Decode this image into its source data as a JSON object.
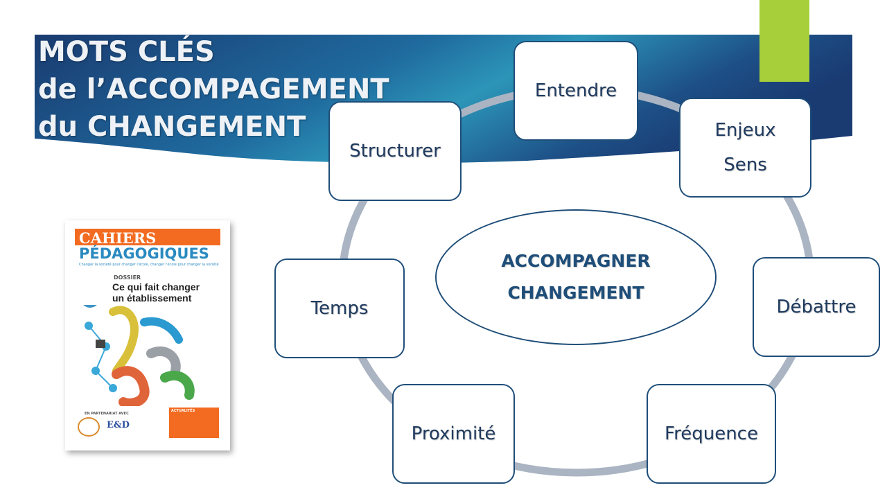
{
  "title": {
    "line1": "MOTS CLÉS",
    "line2": "de l’ACCOMPAGEMENT",
    "line3": "du CHANGEMENT"
  },
  "diagram": {
    "center": {
      "line1": "ACCOMPAGNER",
      "line2": "CHANGEMENT"
    },
    "nodes": {
      "entendre": "Entendre",
      "enjeux": "Enjeux",
      "sens": "Sens",
      "debattre": "Débattre",
      "frequence": "Fréquence",
      "proximite": "Proximité",
      "temps": "Temps",
      "structurer": "Structurer"
    }
  },
  "cover": {
    "cahiers": "CAHIERS",
    "pedagogiques": "PÉDAGOGIQUES",
    "tagline": "Changer la société pour changer l'école, changer l'école pour changer la société",
    "dossier": "DOSSIER",
    "headline1": "Ce qui fait changer",
    "headline2": "un établissement",
    "partner": "EN PARTENARIAT AVEC",
    "logo": "E&D",
    "actualites": "ACTUALITÉS"
  },
  "colors": {
    "banner_dark": "#1b3d73",
    "banner_light": "#2a8fb5",
    "accent_green": "#a6cf3a",
    "node_border": "#1f4e79",
    "ring": "#aab4c2"
  }
}
